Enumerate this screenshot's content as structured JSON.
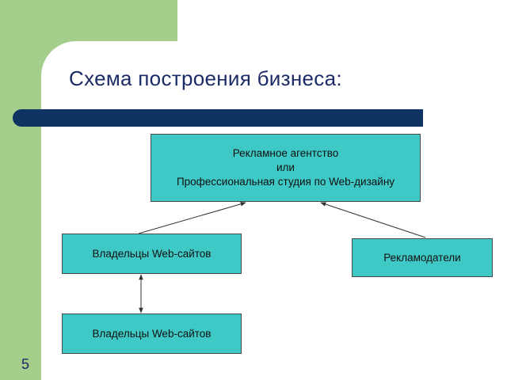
{
  "slide": {
    "title": "Схема построения бизнеса:",
    "number": "5"
  },
  "diagram": {
    "agency": {
      "line1": "Рекламное агентство",
      "line2": "или",
      "line3": "Профессиональная студия по Web-дизайну"
    },
    "owners_1": {
      "label": "Владельцы Web-сайтов"
    },
    "owners_2": {
      "label": "Владельцы Web-сайтов"
    },
    "advertisers": {
      "label": "Рекламодатели"
    }
  },
  "colors": {
    "box_fill": "#3fc9c6",
    "title_bar": "#0f3463",
    "green_accent": "#a5cd8c",
    "title_text": "#1c2b66"
  }
}
